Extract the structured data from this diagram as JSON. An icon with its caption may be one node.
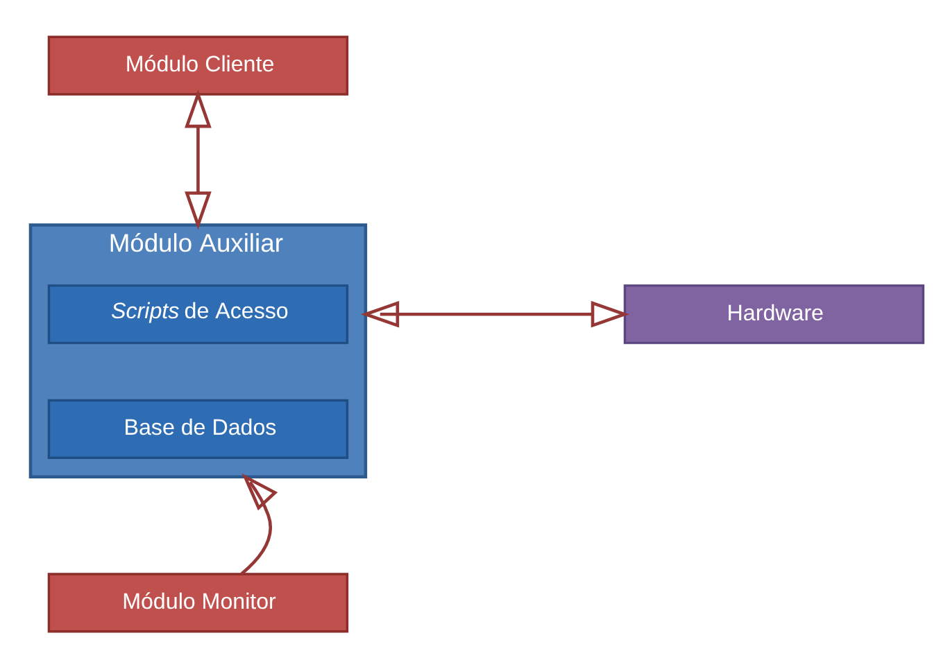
{
  "diagram": {
    "nodes": [
      {
        "text": [
          "Módulo Cliente"
        ]
      },
      {
        "text": [
          "Módulo Auxiliar"
        ]
      },
      {
        "text": [
          "*Scripts* de Acesso"
        ],
        "in": 1
      },
      {
        "text": [
          "Base de Dados"
        ],
        "in": 1
      },
      {
        "text": [
          "Hardware"
        ]
      },
      {
        "text": [
          "Módulo Monitor"
        ]
      }
    ],
    "edges": [
      {
        "from": 0,
        "to": 1,
        "arrow": "both"
      },
      {
        "from": 1,
        "to": 4,
        "arrow": "both"
      },
      {
        "from": 5,
        "to": 1,
        "arrow": "to"
      }
    ]
  }
}
